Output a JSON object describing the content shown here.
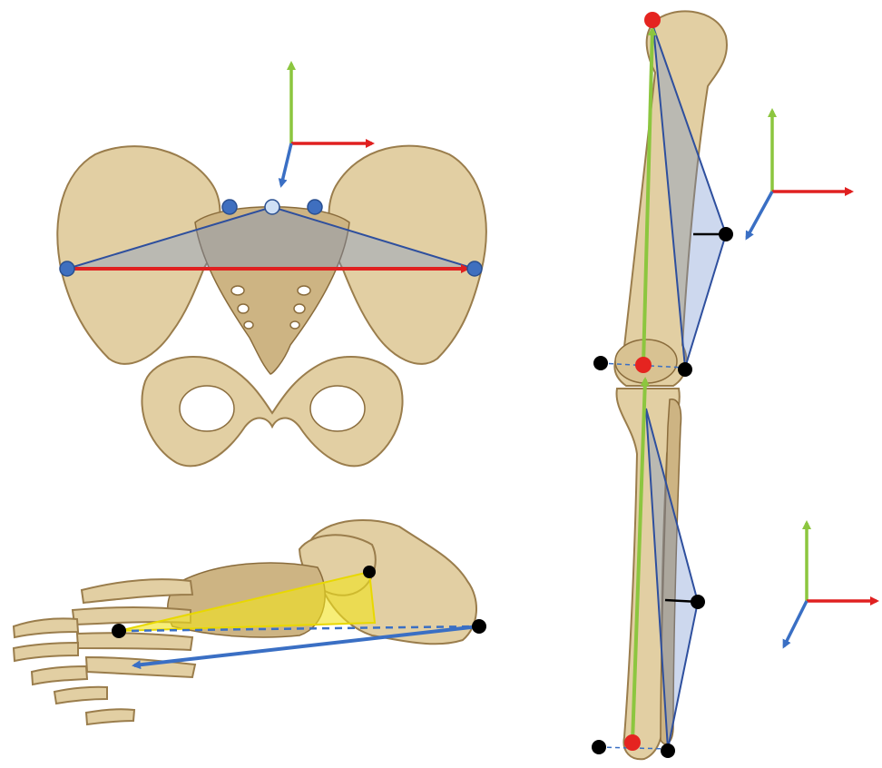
{
  "figure": {
    "panels": [
      "pelvis-frontal",
      "foot-lateral",
      "leg-frontal"
    ],
    "axis_colors": {
      "x": "#e02020",
      "y": "#8cc63f",
      "z": "#3a6fc4"
    },
    "landmark_colors": {
      "red": "#e52420",
      "black": "#000000",
      "blue": "#3f6fbf",
      "light": "#cfe0f5"
    },
    "plane_colors": {
      "blue": "#6f8fcf",
      "yellow": "#f1e21c"
    }
  }
}
